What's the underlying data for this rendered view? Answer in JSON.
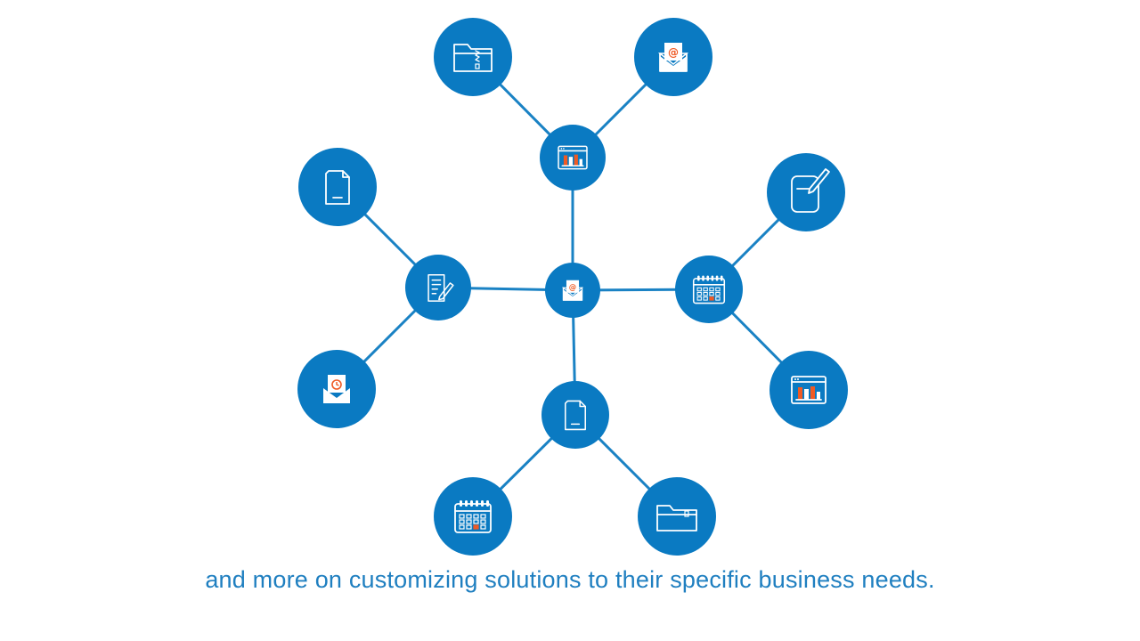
{
  "caption": "and more on customizing solutions to their specific business needs.",
  "colors": {
    "node": "#0a7ac2",
    "link": "#1a82c4",
    "icon_stroke": "#ffffff",
    "accent": "#ef5a24",
    "background": "#ffffff"
  },
  "nodes": [
    {
      "id": "hub",
      "icon": "email-icon"
    },
    {
      "id": "top",
      "icon": "bar-chart-window-icon"
    },
    {
      "id": "right",
      "icon": "calendar-icon"
    },
    {
      "id": "bottom",
      "icon": "document-icon"
    },
    {
      "id": "left",
      "icon": "edit-document-icon"
    },
    {
      "id": "top-left",
      "icon": "zip-folder-icon"
    },
    {
      "id": "top-right",
      "icon": "email-icon"
    },
    {
      "id": "left-top",
      "icon": "document-icon"
    },
    {
      "id": "left-bottom",
      "icon": "email-clock-icon"
    },
    {
      "id": "right-top",
      "icon": "tablet-pen-icon"
    },
    {
      "id": "right-bottom",
      "icon": "bar-chart-window-icon"
    },
    {
      "id": "bottom-left",
      "icon": "calendar-icon"
    },
    {
      "id": "bottom-right",
      "icon": "folder-icon"
    }
  ],
  "links": [
    [
      "hub",
      "top"
    ],
    [
      "hub",
      "right"
    ],
    [
      "hub",
      "bottom"
    ],
    [
      "hub",
      "left"
    ],
    [
      "top",
      "top-left"
    ],
    [
      "top",
      "top-right"
    ],
    [
      "left",
      "left-top"
    ],
    [
      "left",
      "left-bottom"
    ],
    [
      "right",
      "right-top"
    ],
    [
      "right",
      "right-bottom"
    ],
    [
      "bottom",
      "bottom-left"
    ],
    [
      "bottom",
      "bottom-right"
    ]
  ]
}
